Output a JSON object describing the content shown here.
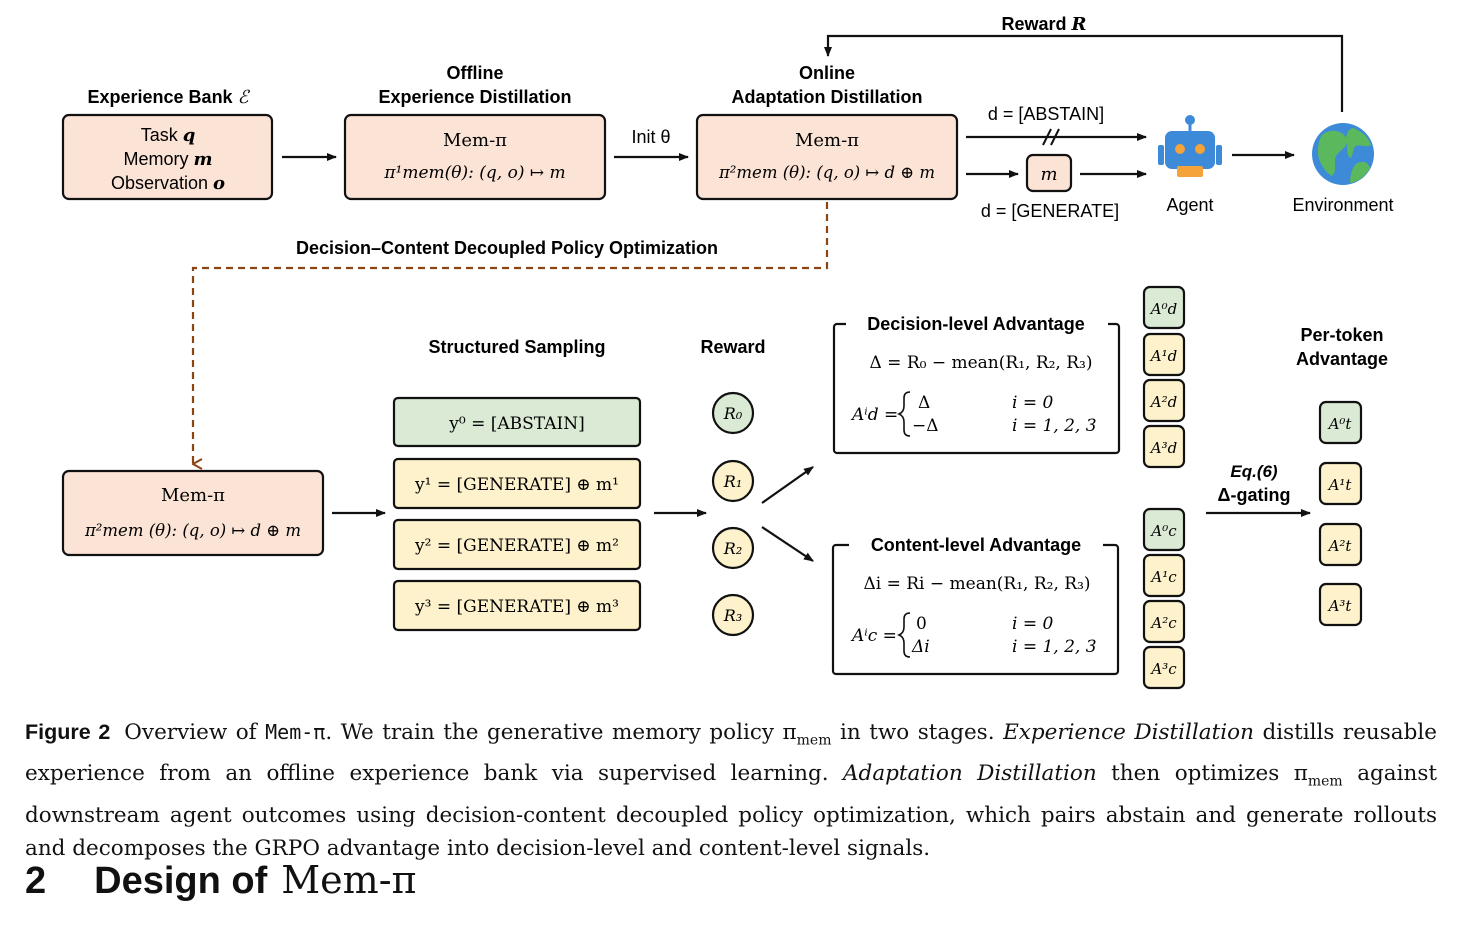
{
  "figure": {
    "reward_top": {
      "label": "Reward",
      "symbol": "R"
    },
    "experience_bank": {
      "title": "Experience Bank",
      "title_symbol": "ℰ",
      "lines": [
        {
          "text": "Task",
          "symbol": "q"
        },
        {
          "text": "Memory",
          "symbol": "m"
        },
        {
          "text": "Observation",
          "symbol": "o"
        }
      ]
    },
    "offline": {
      "title_line1": "Offline",
      "title_line2": "Experience Distillation",
      "box_title": "Mem-π",
      "box_formula": "π¹mem(θ): (q, o) ↦ m"
    },
    "init_label": "Init θ",
    "online": {
      "title_line1": "Online",
      "title_line2": "Adaptation Distillation",
      "box_title": "Mem-π",
      "box_formula": "π²mem (θ): (q, o) ↦ d ⊕ m"
    },
    "abstain_branch": "d = [ABSTAIN]",
    "generate_branch": "d = [GENERATE]",
    "memory_token": "m",
    "agent_label": "Agent",
    "environment_label": "Environment",
    "dcdpo_label": "Decision–Content Decoupled Policy Optimization",
    "policy_box": {
      "title": "Mem-π",
      "formula": "π²mem (θ): (q, o) ↦ d ⊕ m"
    },
    "structured_sampling": {
      "title": "Structured Sampling",
      "rows": [
        "y⁰ = [ABSTAIN]",
        "y¹ = [GENERATE] ⊕ m¹",
        "y² = [GENERATE] ⊕ m²",
        "y³ = [GENERATE] ⊕ m³"
      ]
    },
    "reward_column": {
      "title": "Reward",
      "items": [
        "R₀",
        "R₁",
        "R₂",
        "R₃"
      ]
    },
    "decision_advantage": {
      "title": "Decision-level Advantage",
      "equation": "Δ = R₀  −  mean(R₁, R₂, R₃)",
      "lhs": "Aⁱd =",
      "case1_value": "Δ",
      "case1_cond": "i = 0",
      "case2_value": "−Δ",
      "case2_cond": "i = 1, 2, 3",
      "tokens": [
        "A⁰d",
        "A¹d",
        "A²d",
        "A³d"
      ]
    },
    "content_advantage": {
      "title": "Content-level Advantage",
      "equation": "Δi = Ri  −  mean(R₁, R₂, R₃)",
      "lhs": "Aⁱc =",
      "case1_value": "0",
      "case1_cond": "i = 0",
      "case2_value": "Δi",
      "case2_cond": "i = 1, 2, 3",
      "tokens": [
        "A⁰c",
        "A¹c",
        "A²c",
        "A³c"
      ]
    },
    "gating": {
      "line1": "Eq.(6)",
      "line2": "Δ-gating"
    },
    "per_token": {
      "title_line1": "Per-token",
      "title_line2": "Advantage",
      "tokens": [
        "A⁰t",
        "A¹t",
        "A²t",
        "A³t"
      ]
    },
    "colors": {
      "peach": "#fbe3d6",
      "yellow": "#fdf2cc",
      "green": "#dbead5",
      "dashed_arrow": "#8b4513",
      "robot_blue": "#3d8bd8",
      "robot_orange": "#f4a23a"
    }
  },
  "caption": {
    "label": "Figure 2",
    "text_1": "Overview of",
    "mem_pi": "Mem-π",
    "text_2": ". We train the generative memory policy π",
    "mem_sub": "mem",
    "text_3": " in two stages.",
    "exp_distill": "Experience Distillation",
    "text_4": "distills reusable experience from an offline experience bank via supervised learning.",
    "adapt_distill": "Adaptation Distillation",
    "text_5": "then optimizes π",
    "text_6": " against downstream agent outcomes using decision-content decoupled policy optimization, which pairs abstain and generate rollouts and decomposes the GRPO advantage into decision-level and content-level signals."
  },
  "section": {
    "number": "2",
    "title": "Design of",
    "name": "Mem-π"
  }
}
